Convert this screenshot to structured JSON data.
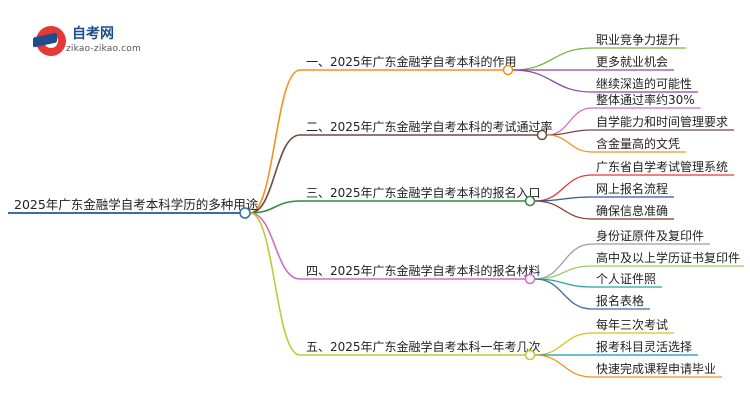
{
  "logo": {
    "title": "自考网",
    "subtitle": "zikao-zikao.com",
    "icon": "graduation-cap-icon",
    "colors": {
      "red": "#e53935",
      "blue": "#1e4d8b"
    }
  },
  "mindmap": {
    "root": {
      "label": "2025年广东金融学自考本科学历的多种用途",
      "color": "#3a6ea5"
    },
    "branches": [
      {
        "label": "一、2025年广东金融学自考本科的作用",
        "color": "#f5911e",
        "children": [
          {
            "label": "职业竞争力提升",
            "color": "#7cb342"
          },
          {
            "label": "更多就业机会",
            "color": "#8e44ad"
          },
          {
            "label": "继续深造的可能性",
            "color": "#8e44ad"
          }
        ]
      },
      {
        "label": "二、2025年广东金融学自考本科的考试通过率",
        "color": "#6d4c41",
        "children": [
          {
            "label": "整体通过率约30%",
            "color": "#d46ac8"
          },
          {
            "label": "自学能力和时间管理要求",
            "color": "#6d4c41"
          },
          {
            "label": "含金量高的文凭",
            "color": "#f5911e"
          }
        ]
      },
      {
        "label": "三、2025年广东金融学自考本科的报名入口",
        "color": "#2e8b3a",
        "children": [
          {
            "label": "广东省自学考试管理系统",
            "color": "#e53935"
          },
          {
            "label": "网上报名流程",
            "color": "#2e5aa0"
          },
          {
            "label": "确保信息准确",
            "color": "#7a3e2e"
          }
        ]
      },
      {
        "label": "四、2025年广东金融学自考本科的报名材料",
        "color": "#d46ac8",
        "children": [
          {
            "label": "身份证原件及复印件",
            "color": "#9e9e9e"
          },
          {
            "label": "高中及以上学历证书复印件",
            "color": "#9ccc65"
          },
          {
            "label": "个人证件照",
            "color": "#26a69a"
          },
          {
            "label": "报名表格",
            "color": "#3a6ea5"
          }
        ]
      },
      {
        "label": "五、2025年广东金融学自考本科一年考几次",
        "color": "#c0ca33",
        "children": [
          {
            "label": "每年三次考试",
            "color": "#d4c21a"
          },
          {
            "label": "报考科目灵活选择",
            "color": "#1e90c8"
          },
          {
            "label": "快速完成课程申请毕业",
            "color": "#f5911e"
          }
        ]
      }
    ]
  }
}
